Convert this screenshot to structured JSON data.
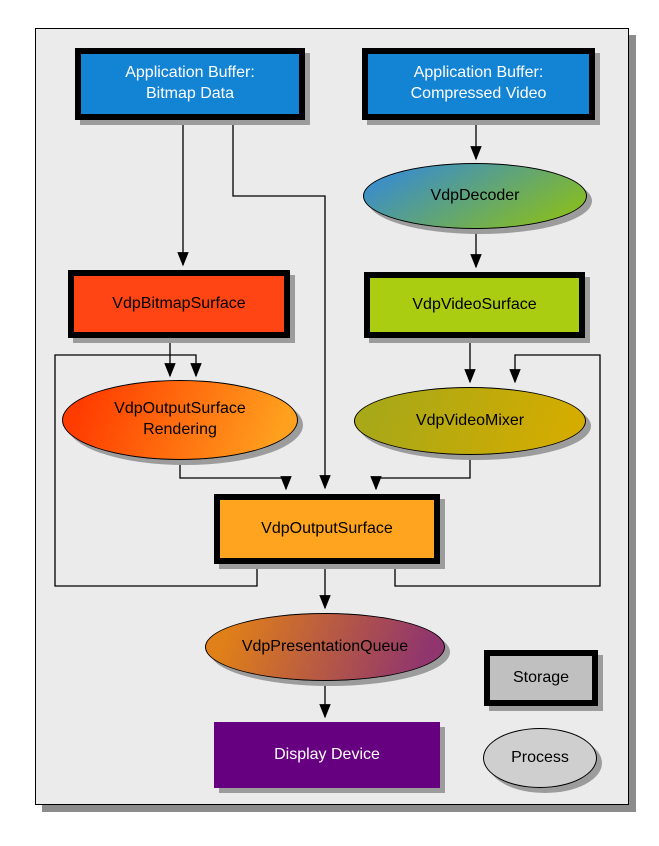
{
  "colors": {
    "canvas_bg": "#ebebeb",
    "app_buffer_blue": "#1383d4",
    "bitmap_surface_red": "#ff4514",
    "video_surface_green": "#aacc11",
    "output_surface_orange": "#ffa41e",
    "display_device_purple": "#660080",
    "legend_gray": "#c0c0c0",
    "decoder_gradient": [
      "#3d8fc4",
      "#83ba2a"
    ],
    "rendering_gradient": [
      "#ff3c00",
      "#ffa01e"
    ],
    "mixer_gradient": [
      "#a8a818",
      "#d4ac00"
    ],
    "presentation_gradient": [
      "#e08018",
      "#90356e"
    ]
  },
  "nodes": {
    "app_buffer_bitmap": {
      "line1": "Application Buffer:",
      "line2": "Bitmap Data"
    },
    "app_buffer_video": {
      "line1": "Application Buffer:",
      "line2": "Compressed Video"
    },
    "vdp_decoder": {
      "label": "VdpDecoder"
    },
    "vdp_bitmap_surface": {
      "label": "VdpBitmapSurface"
    },
    "vdp_video_surface": {
      "label": "VdpVideoSurface"
    },
    "vdp_output_surface_rendering": {
      "line1": "VdpOutputSurface",
      "line2": "Rendering"
    },
    "vdp_video_mixer": {
      "label": "VdpVideoMixer"
    },
    "vdp_output_surface": {
      "label": "VdpOutputSurface"
    },
    "vdp_presentation_queue": {
      "label": "VdpPresentationQueue"
    },
    "display_device": {
      "label": "Display Device"
    },
    "legend_storage": {
      "label": "Storage"
    },
    "legend_process": {
      "label": "Process"
    }
  }
}
